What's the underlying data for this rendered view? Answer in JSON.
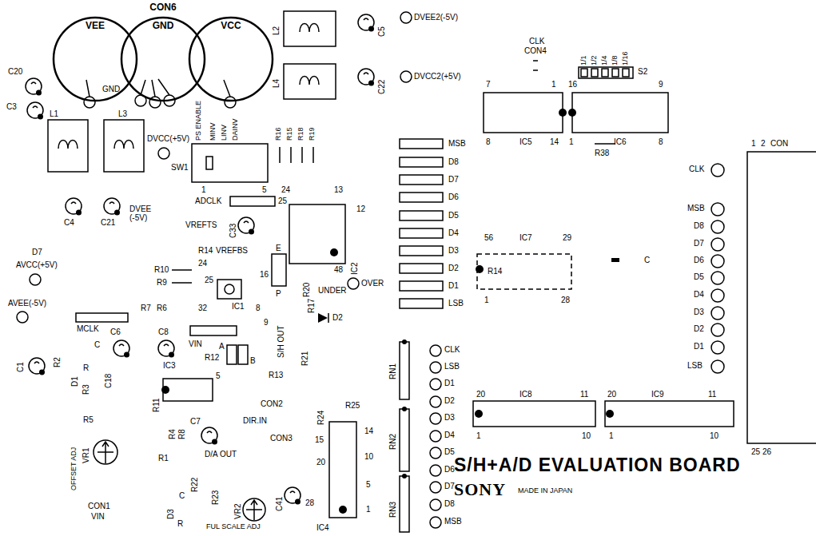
{
  "diagram": {
    "title": "S/H+A/D EVALUATION BOARD",
    "nodes": [
      {
        "text": [
          "VEE"
        ]
      },
      {
        "text": [
          "CON6",
          "GND"
        ]
      },
      {
        "text": [
          "VCC"
        ]
      }
    ],
    "labels": [
      "GND",
      "C20",
      "C3",
      "L1",
      "L3",
      "C4",
      "C21",
      "DVEE (-5V)",
      "DVCC(+5V)",
      "L2",
      "L4",
      "C5",
      "C22",
      "DVEE2(-5V)",
      "DVCC2(+5V)",
      "CLK",
      "CON4",
      "1/1",
      "1/2",
      "1/4",
      "1/8",
      "1/16",
      "S2",
      "7",
      "1",
      "16",
      "9",
      "8",
      "IC5",
      "14",
      "1",
      "IC6",
      "8",
      "R38",
      "1",
      "2",
      "CON",
      "CLK",
      "MSB",
      "D8",
      "D7",
      "D6",
      "D5",
      "D4",
      "D3",
      "D2",
      "D1",
      "LSB",
      "25",
      "26",
      "MSB",
      "D8",
      "D7",
      "D6",
      "D5",
      "D4",
      "D3",
      "D2",
      "D1",
      "LSB",
      "56",
      "IC7",
      "29",
      "1",
      "28",
      "R14",
      "C",
      "PS ENABLE",
      "MINV",
      "LINV",
      "DAINV",
      "R16",
      "R15",
      "R18",
      "R19",
      "SW1",
      "1",
      "5",
      "24",
      "13",
      "ADCLK",
      "25",
      "12",
      "VREFTS",
      "C33",
      "R14",
      "VREFBS",
      "IC2",
      "E",
      "D7",
      "AVCC(+5V)",
      "R10",
      "R9",
      "24",
      "25",
      "16",
      "48",
      "OVER",
      "UNDER",
      "P",
      "R20",
      "R17",
      "D2",
      "32",
      "8",
      "9",
      "S/H OUT",
      "R21",
      "AVEE(-5V)",
      "R7",
      "R6",
      "MCLK",
      "C6",
      "C8",
      "VIN",
      "IC1",
      "C",
      "R2",
      "R",
      "D1",
      "R3",
      "C18",
      "C1",
      "IC3",
      "R12",
      "A",
      "B",
      "5",
      "R13",
      "R11",
      "OFFSET ADJ",
      "VR1",
      "R5",
      "CON2",
      "R24",
      "R25",
      "DIR.IN",
      "14",
      "R4",
      "R8",
      "C7",
      "D/A OUT",
      "CON3",
      "15",
      "10",
      "R1",
      "20",
      "R22",
      "R23",
      "5",
      "D3",
      "C",
      "R",
      "C41",
      "28",
      "1",
      "VR2",
      "CON1",
      "VIN",
      "FUL SCALE ADJ",
      "IC4",
      "RN1",
      "RN2",
      "RN3",
      "CLK",
      "LSB",
      "D1",
      "D2",
      "D3",
      "D4",
      "D5",
      "D6",
      "D7",
      "D8",
      "MSB",
      "20",
      "IC8",
      "11",
      "20",
      "IC9",
      "11",
      "1",
      "10",
      "1",
      "10",
      "SONY",
      "MADE IN JAPAN"
    ]
  }
}
